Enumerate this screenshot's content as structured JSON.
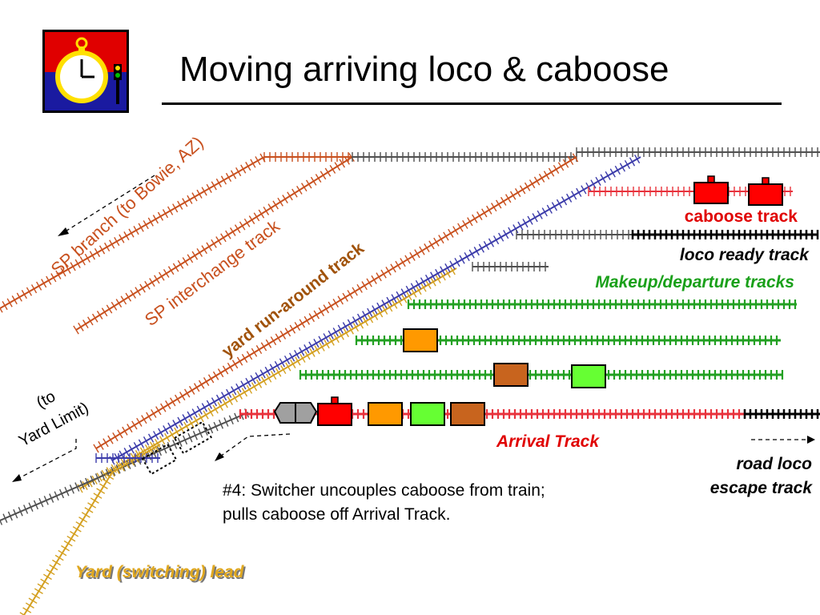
{
  "slide": {
    "title": "Moving arriving loco & caboose",
    "logo_icon": "stopwatch-signal-icon"
  },
  "tracks": {
    "sp_branch": "SP branch (to Bowie, AZ)",
    "sp_interchange": "SP interchange track",
    "yard_runaround": "yard run-around track",
    "caboose": "caboose track",
    "loco_ready": "loco ready track",
    "makeup_departure": "Makeup/departure tracks",
    "arrival": "Arrival Track",
    "yard_lead": "Yard (switching) lead",
    "to_yard_limit": [
      "(to",
      "Yard Limit)"
    ],
    "road_loco_escape": [
      "road loco",
      "escape track"
    ]
  },
  "caption": {
    "lines": [
      "#4:  Switcher uncouples caboose from train;",
      "pulls caboose off Arrival Track."
    ]
  },
  "colors": {
    "sp_track": "#c8501e",
    "lead_track": "#d4a020",
    "runaround_track": "#3c3caa",
    "caboose_track": "#e8323c",
    "makeup_track": "#22a022",
    "arrival_track": "#e8323c",
    "black_track": "#000000",
    "grey_track": "#505050",
    "caboose_label": "#e00000",
    "makeup_label": "#1aa01a",
    "sp_label": "#c8501e",
    "runaround_label": "#a0520a",
    "lead_label": "#d4a020",
    "car_red": "#ff0000",
    "car_orange": "#ff9900",
    "car_green": "#66ff33",
    "car_brown": "#c8641e",
    "loco_grey": "#a0a0a0"
  }
}
